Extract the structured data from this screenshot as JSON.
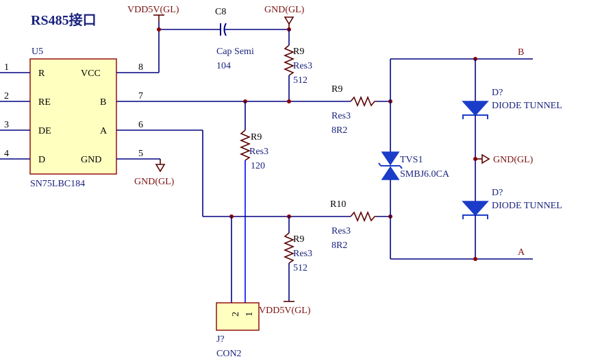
{
  "title": "RS485接口",
  "ic": {
    "ref": "U5",
    "part": "SN75LBC184",
    "left_pins": [
      {
        "num": "1",
        "name": "R"
      },
      {
        "num": "2",
        "name": "RE"
      },
      {
        "num": "3",
        "name": "DE"
      },
      {
        "num": "4",
        "name": "D"
      }
    ],
    "right_pins": [
      {
        "num": "8",
        "name": "VCC"
      },
      {
        "num": "7",
        "name": "B"
      },
      {
        "num": "6",
        "name": "A"
      },
      {
        "num": "5",
        "name": "GND"
      }
    ]
  },
  "power": {
    "vdd_top": "VDD5V(GL)",
    "gnd_top": "GND(GL)",
    "gnd_ic": "GND(GL)",
    "gnd_mid": "GND(GL)",
    "vdd_bottom": "VDD5V(GL)"
  },
  "cap": {
    "ref": "C8",
    "type": "Cap Semi",
    "value": "104"
  },
  "resistors": {
    "pullup": {
      "ref": "R9",
      "type": "Res3",
      "value": "512"
    },
    "term": {
      "ref": "R9",
      "type": "Res3",
      "value": "120"
    },
    "pulldown": {
      "ref": "R9",
      "type": "Res3",
      "value": "512"
    },
    "series_b": {
      "ref": "R9",
      "type": "Res3",
      "value": "8R2"
    },
    "series_a": {
      "ref": "R10",
      "type": "Res3",
      "value": "8R2"
    }
  },
  "tvs": {
    "ref": "TVS1",
    "part": "SMBJ6.0CA"
  },
  "diodes": [
    {
      "ref": "D?",
      "type": "DIODE TUNNEL"
    },
    {
      "ref": "D?",
      "type": "DIODE TUNNEL"
    }
  ],
  "connector": {
    "ref": "J?",
    "part": "CON2",
    "pins": [
      "2",
      "1"
    ]
  },
  "nets": {
    "b": "B",
    "a": "A"
  }
}
